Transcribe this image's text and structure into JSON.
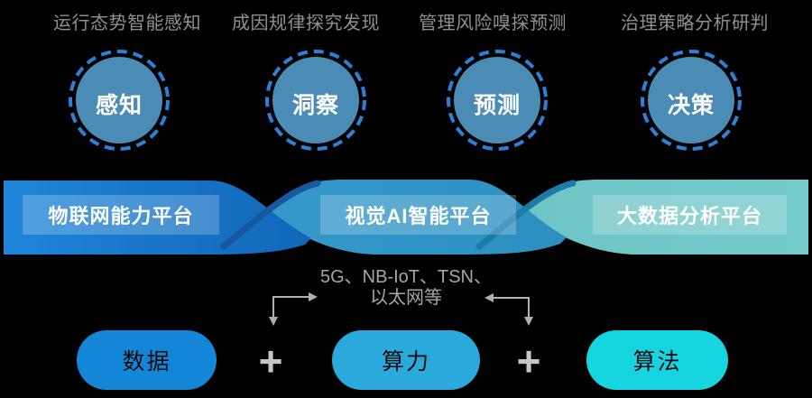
{
  "stages": [
    {
      "caption": "运行态势智能感知",
      "label": "感知"
    },
    {
      "caption": "成因规律探究发现",
      "label": "洞察"
    },
    {
      "caption": "管理风险嗅探预测",
      "label": "预测"
    },
    {
      "caption": "治理策略分析研判",
      "label": "决策"
    }
  ],
  "platforms": [
    {
      "label": "物联网能力平台",
      "color": "#1E82D6"
    },
    {
      "label": "视觉AI智能平台",
      "color": "#3094C6"
    },
    {
      "label": "大数据分析平台",
      "color": "#6FC5C6"
    }
  ],
  "network_note": {
    "line1": "5G、NB-IoT、TSN、",
    "line2": "以太网等"
  },
  "foundation": {
    "separator": "+",
    "items": [
      {
        "label": "数据",
        "color": "#1486D8"
      },
      {
        "label": "算力",
        "color": "#29A9DC"
      },
      {
        "label": "算法",
        "color": "#17D4E1"
      }
    ]
  },
  "colors": {
    "background": "#000000",
    "circle_fill": "#4A8CB5",
    "circle_ring": "#2C80D6",
    "caption_text": "#909090",
    "note_text": "#A6A6A6",
    "arrow": "#B0B0B0",
    "plus": "#C6C6C6",
    "ribbon_twist_dark_blue": "#17589E",
    "ribbon_twist_dark_teal": "#1B7CA9"
  }
}
